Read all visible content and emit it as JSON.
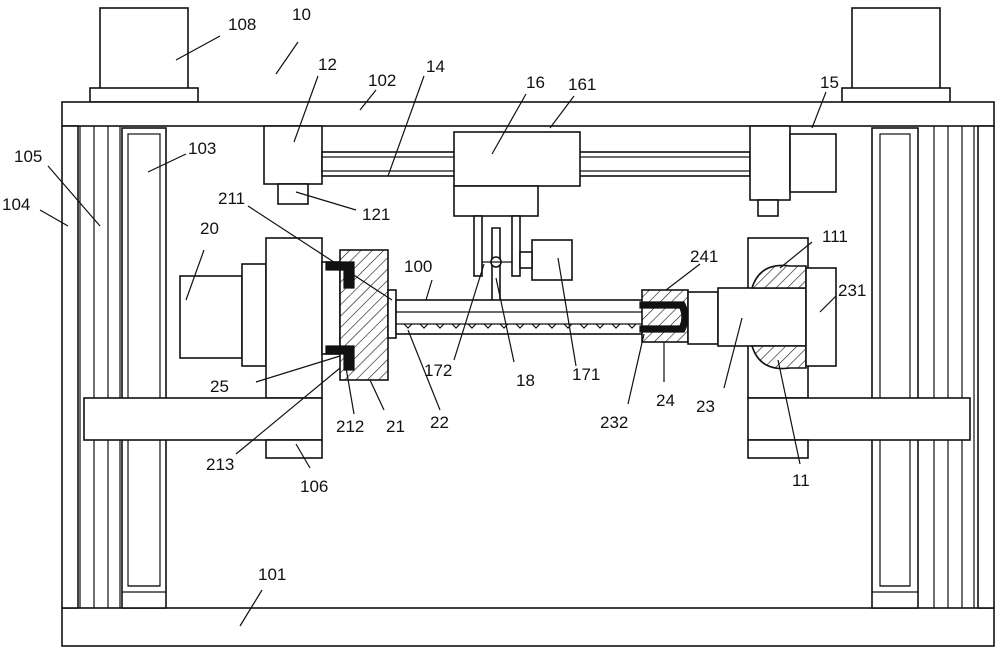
{
  "labels": {
    "l108": "108",
    "l10": "10",
    "l12": "12",
    "l102": "102",
    "l14": "14",
    "l16": "16",
    "l161": "161",
    "l15": "15",
    "l105": "105",
    "l103": "103",
    "l104": "104",
    "l211": "211",
    "l20": "20",
    "l100": "100",
    "l241": "241",
    "l111": "111",
    "l231": "231",
    "l121": "121",
    "l25": "25",
    "l172": "172",
    "l18": "18",
    "l171": "171",
    "l232": "232",
    "l24": "24",
    "l23": "23",
    "l212": "212",
    "l21": "21",
    "l22": "22",
    "l213": "213",
    "l106": "106",
    "l11": "11",
    "l101": "101"
  }
}
